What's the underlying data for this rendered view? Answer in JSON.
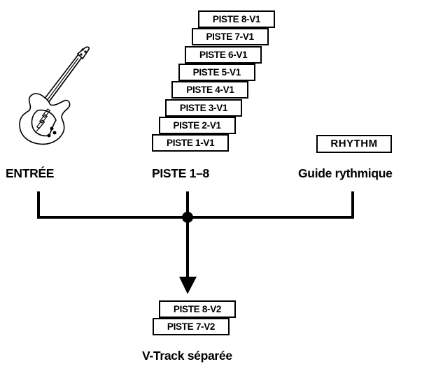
{
  "input_label": "ENTRÉE",
  "tracks_label": "PISTE 1–8",
  "rhythm_box": "RHYTHM",
  "rhythm_label": "Guide rythmique",
  "source_tracks": [
    "PISTE 8-V1",
    "PISTE 7-V1",
    "PISTE 6-V1",
    "PISTE 5-V1",
    "PISTE 4-V1",
    "PISTE 3-V1",
    "PISTE 2-V1",
    "PISTE 1-V1"
  ],
  "dest_tracks": [
    "PISTE 8-V2",
    "PISTE 7-V2"
  ],
  "dest_label": "V-Track séparée",
  "icons": {
    "input": "electric-guitar-icon"
  },
  "colors": {
    "line": "#000000",
    "background": "#ffffff"
  }
}
